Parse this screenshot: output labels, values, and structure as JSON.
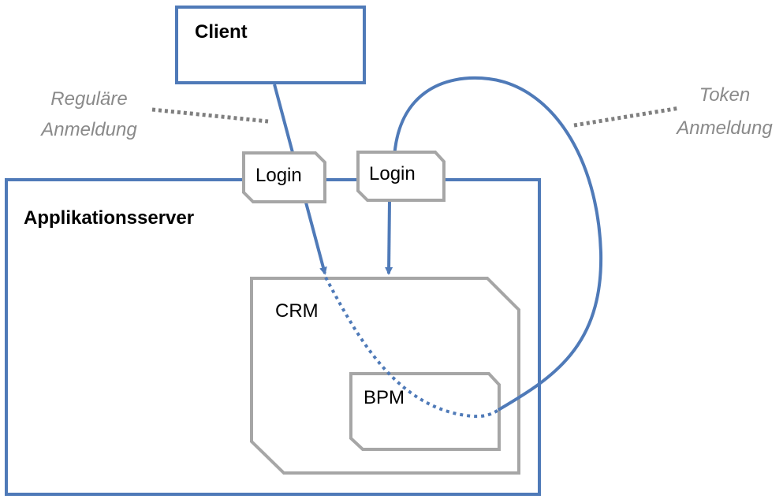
{
  "client": {
    "label": "Client"
  },
  "server": {
    "label": "Applikationsserver"
  },
  "crm": {
    "label": "CRM"
  },
  "bpm": {
    "label": "BPM"
  },
  "login_left": {
    "label": "Login"
  },
  "login_right": {
    "label": "Login"
  },
  "note_left": {
    "line1": "Reguläre",
    "line2": "Anmeldung"
  },
  "note_right": {
    "line1": "Token",
    "line2": "Anmeldung"
  },
  "colors": {
    "blue": "#4f7ab8",
    "gray": "#a6a6a6",
    "note_text": "#8a8a8a",
    "dots": "#7f7f7f"
  }
}
